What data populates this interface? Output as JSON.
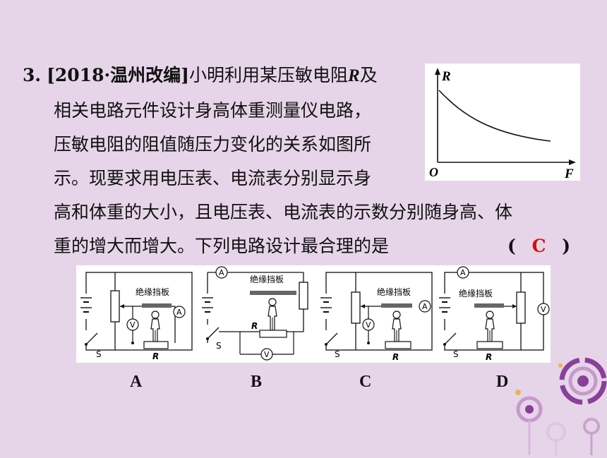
{
  "question": {
    "number": "3.",
    "source": "[2018·温州改编]",
    "line1_a": "小明利用某压敏电阻",
    "line1_R": "R",
    "line1_b": "及",
    "line2": "相关电路元件设计身高体重测量仪电路，",
    "line3": "压敏电阻的阻值随压力变化的关系如图所",
    "line4": "示。现要求用电压表、电流表分别显示身",
    "line5": "高和体重的大小，且电压表、电流表的示数分别随身高、体",
    "line6": "重的增大而增大。下列电路设计最合理的是"
  },
  "answer": {
    "open": "(",
    "letter": "C",
    "close": ")"
  },
  "graph": {
    "y_label": "R",
    "x_label": "F",
    "origin": "O"
  },
  "circuits": {
    "plate_label": "绝缘挡板",
    "ammeter": "A",
    "voltmeter": "V",
    "switch_label": "S",
    "resistor_label": "R"
  },
  "options": [
    "A",
    "B",
    "C",
    "D"
  ],
  "colors": {
    "background": "#e6d5e8",
    "answer": "#d01010",
    "accent_purple": "#8a3f9a"
  }
}
